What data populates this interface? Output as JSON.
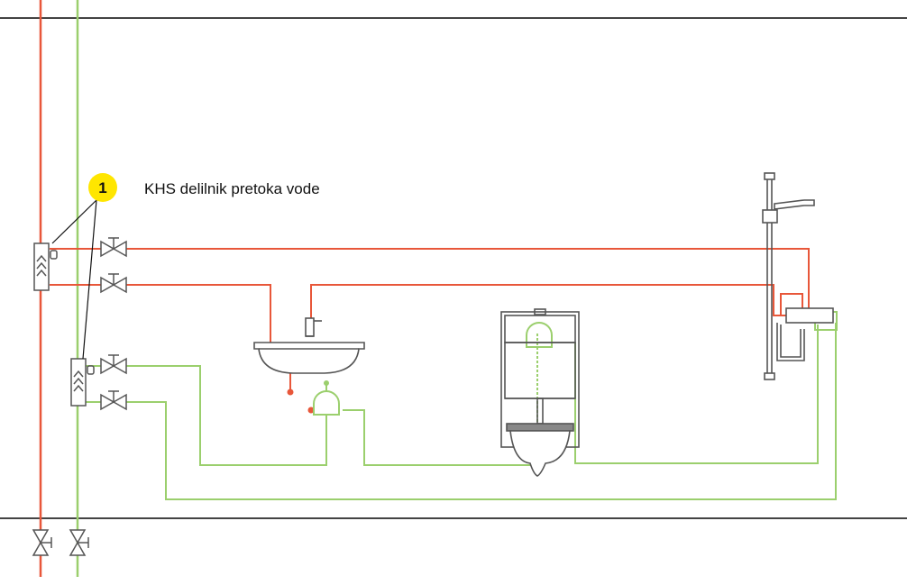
{
  "callout": {
    "number": "1",
    "label": "KHS delilnik pretoka vode"
  },
  "colors": {
    "hot_water": "#e8573a",
    "cold_water": "#9bcf6d",
    "fixture_line": "#555555",
    "wall_line": "#444444",
    "callout_fill": "#ffe600"
  },
  "fixtures": [
    "washbasin",
    "urinal",
    "wall-hung-toilet",
    "shower"
  ]
}
